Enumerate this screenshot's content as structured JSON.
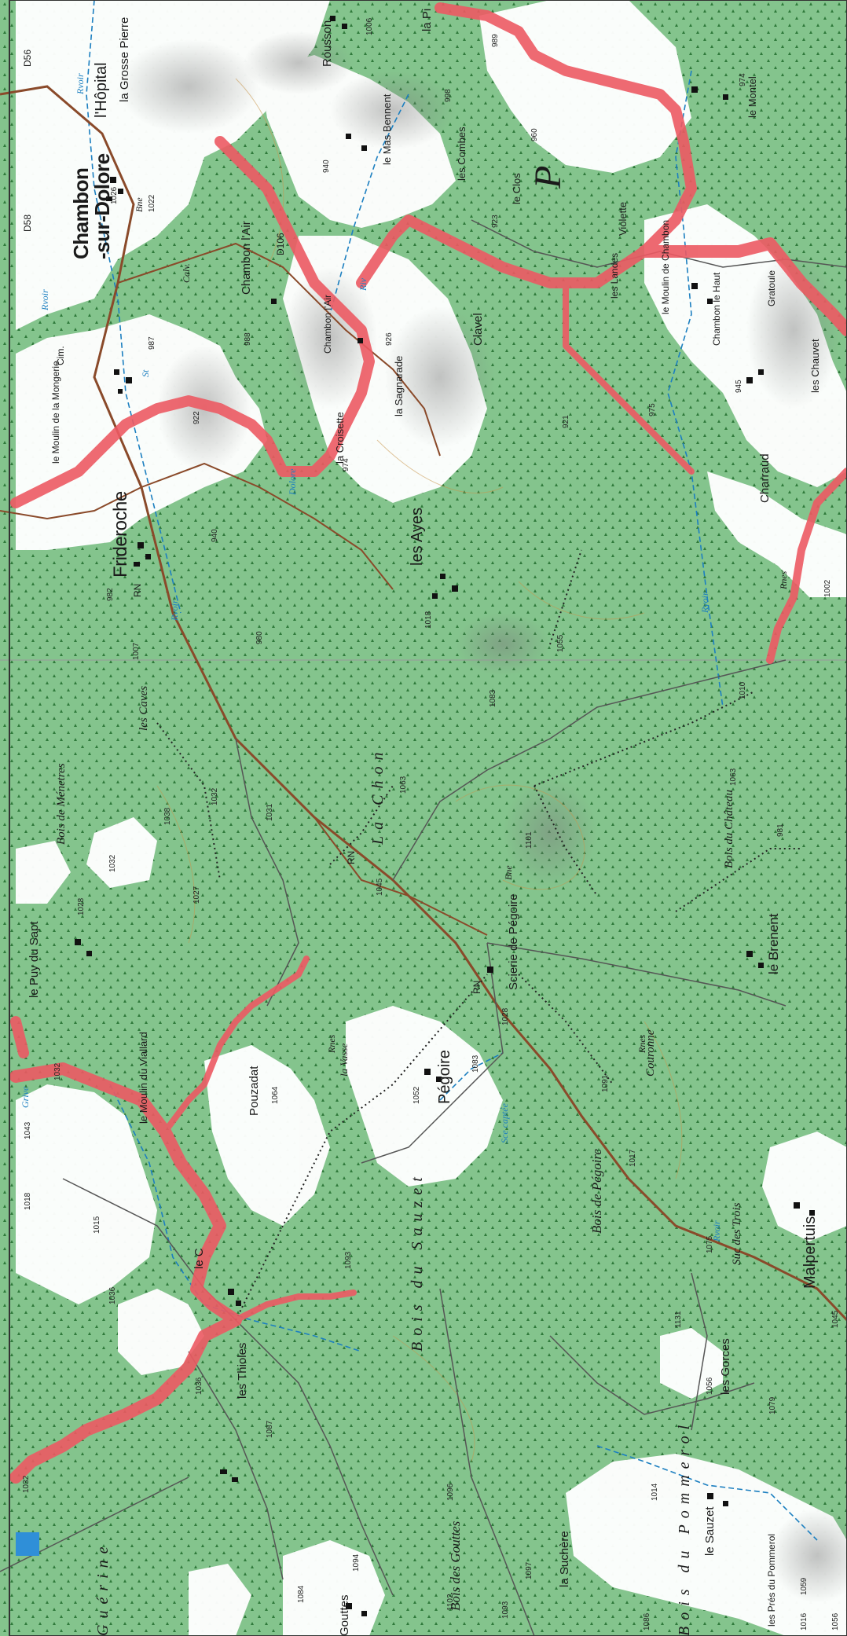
{
  "map": {
    "places": [
      {
        "id": "rousson",
        "label": "Rousson"
      },
      {
        "id": "la-pi",
        "label": "la Pi"
      },
      {
        "id": "hopital",
        "label": "l'Hôpital"
      },
      {
        "id": "grosse-pierre",
        "label": "la Grosse Pierre"
      },
      {
        "id": "chambon",
        "label": "Chambon"
      },
      {
        "id": "sur-dolore",
        "label": "-sur-Dolore"
      },
      {
        "id": "moulin-mongerie",
        "label": "le Moulin de la Mongerie"
      },
      {
        "id": "chambon-lair-1",
        "label": "Chambon l'Air"
      },
      {
        "id": "chambon-lair-2",
        "label": "Chambon l'Air"
      },
      {
        "id": "mas-bennent",
        "label": "le Mas Bennent"
      },
      {
        "id": "les-combes",
        "label": "les Combes"
      },
      {
        "id": "le-clos",
        "label": "le Clos"
      },
      {
        "id": "violette",
        "label": "Violette"
      },
      {
        "id": "le-montel",
        "label": "le Montel"
      },
      {
        "id": "la-croisette",
        "label": "la Croisette"
      },
      {
        "id": "la-sagnarade",
        "label": "la Sagnarade"
      },
      {
        "id": "clavel",
        "label": "Clavel"
      },
      {
        "id": "les-landes",
        "label": "les Landes"
      },
      {
        "id": "le-moulin-chambon",
        "label": "le Moulin de Chambon"
      },
      {
        "id": "chambon-le-haut",
        "label": "Chambon le Haut"
      },
      {
        "id": "gratoule",
        "label": "Gratoule"
      },
      {
        "id": "les-chauvet",
        "label": "les Chauvet"
      },
      {
        "id": "charraud",
        "label": "Charraud"
      },
      {
        "id": "frideroche",
        "label": "Frideroche"
      },
      {
        "id": "les-ayes",
        "label": "les Ayes"
      },
      {
        "id": "le-puy-du-sapt",
        "label": "le Puy du Sapt"
      },
      {
        "id": "moulin-viallard",
        "label": "le Moulin du Viallard"
      },
      {
        "id": "pouzadat",
        "label": "Pouzadat"
      },
      {
        "id": "la-vasse",
        "label": "la Vasse"
      },
      {
        "id": "pegoire",
        "label": "Pégoire"
      },
      {
        "id": "scierie-pegoire",
        "label": "Scierie de Pégoire"
      },
      {
        "id": "le-brenent",
        "label": "le Brenent"
      },
      {
        "id": "malpertuis",
        "label": "Malpertuis"
      },
      {
        "id": "les-thioles",
        "label": "les Thioles"
      },
      {
        "id": "la-suchere",
        "label": "la Suchère"
      },
      {
        "id": "le-sauzet",
        "label": "le Sauzet"
      },
      {
        "id": "les-gorces",
        "label": "les Gorces"
      },
      {
        "id": "les-pres-pommerol",
        "label": "les Prés du Pommerol"
      },
      {
        "id": "gouttes",
        "label": "Gouttes"
      },
      {
        "id": "le-c",
        "label": "le C"
      }
    ],
    "forests": [
      {
        "id": "bois-meneytes",
        "label": "Bois de Ménetres"
      },
      {
        "id": "les-caves",
        "label": "les Caves"
      },
      {
        "id": "la-chon",
        "label": "La Chon"
      },
      {
        "id": "bois-chateau",
        "label": "Bois du Château"
      },
      {
        "id": "bois-pegoire",
        "label": "Bois de Pégoire"
      },
      {
        "id": "couronne",
        "label": "Couronne"
      },
      {
        "id": "sur-des-trois",
        "label": "Suc des Trois"
      },
      {
        "id": "bois-gouttes",
        "label": "Bois des Gouttes"
      },
      {
        "id": "bois-sauzet",
        "label": "Bois du Sauzet"
      },
      {
        "id": "bois-pommerol",
        "label": "Bois du Pommerol"
      },
      {
        "id": "guerine",
        "label": "Guérine"
      }
    ],
    "water": [
      {
        "id": "rvoir-1",
        "label": "Rvoir"
      },
      {
        "id": "rvoir-2",
        "label": "Rvoir"
      },
      {
        "id": "rvoir-3",
        "label": "Rvoir"
      },
      {
        "id": "rvoir-4",
        "label": "Rvoir"
      },
      {
        "id": "rvoir-5",
        "label": "Rvoir"
      },
      {
        "id": "dolore",
        "label": "Dolore"
      },
      {
        "id": "sce-captee",
        "label": "Sce captée"
      },
      {
        "id": "riv",
        "label": "Riv"
      },
      {
        "id": "grive",
        "label": "Grive"
      }
    ],
    "roads": [
      {
        "id": "d58",
        "label": "D58"
      },
      {
        "id": "d106",
        "label": "D106"
      },
      {
        "id": "d56",
        "label": "D56"
      }
    ],
    "elevations": [
      {
        "id": "e1",
        "label": "1006"
      },
      {
        "id": "e2",
        "label": "989"
      },
      {
        "id": "e3",
        "label": "998"
      },
      {
        "id": "e4",
        "label": "960"
      },
      {
        "id": "e5",
        "label": "923"
      },
      {
        "id": "e6",
        "label": "974"
      },
      {
        "id": "e7",
        "label": "1026"
      },
      {
        "id": "e8",
        "label": "1022"
      },
      {
        "id": "e9",
        "label": "988"
      },
      {
        "id": "e10",
        "label": "987"
      },
      {
        "id": "e11",
        "label": "926"
      },
      {
        "id": "e12",
        "label": "922"
      },
      {
        "id": "e13",
        "label": "940"
      },
      {
        "id": "e14",
        "label": "921"
      },
      {
        "id": "e15",
        "label": "975"
      },
      {
        "id": "e16",
        "label": "945"
      },
      {
        "id": "e17",
        "label": "982"
      },
      {
        "id": "e18",
        "label": "940"
      },
      {
        "id": "e19",
        "label": "974"
      },
      {
        "id": "e20",
        "label": "1007"
      },
      {
        "id": "e21",
        "label": "980"
      },
      {
        "id": "e22",
        "label": "1018"
      },
      {
        "id": "e23",
        "label": "1055"
      },
      {
        "id": "e24",
        "label": "1083"
      },
      {
        "id": "e25",
        "label": "1010"
      },
      {
        "id": "e26",
        "label": "1032"
      },
      {
        "id": "e27",
        "label": "1038"
      },
      {
        "id": "e28",
        "label": "1031"
      },
      {
        "id": "e29",
        "label": "1032"
      },
      {
        "id": "e30",
        "label": "1027"
      },
      {
        "id": "e31",
        "label": "1045"
      },
      {
        "id": "e32",
        "label": "1063"
      },
      {
        "id": "e33",
        "label": "1028"
      },
      {
        "id": "e34",
        "label": "1101"
      },
      {
        "id": "e35",
        "label": "1063"
      },
      {
        "id": "e36",
        "label": "1028"
      },
      {
        "id": "e37",
        "label": "981"
      },
      {
        "id": "e38",
        "label": "1032"
      },
      {
        "id": "e39",
        "label": "1064"
      },
      {
        "id": "e40",
        "label": "1052"
      },
      {
        "id": "e41",
        "label": "1083"
      },
      {
        "id": "e42",
        "label": "1091"
      },
      {
        "id": "e43",
        "label": "1017"
      },
      {
        "id": "e44",
        "label": "1043"
      },
      {
        "id": "e45",
        "label": "1018"
      },
      {
        "id": "e46",
        "label": "1015"
      },
      {
        "id": "e47",
        "label": "1036"
      },
      {
        "id": "e48",
        "label": "1093"
      },
      {
        "id": "e49",
        "label": "1131"
      },
      {
        "id": "e50",
        "label": "1075"
      },
      {
        "id": "e51",
        "label": "1056"
      },
      {
        "id": "e52",
        "label": "1079"
      },
      {
        "id": "e53",
        "label": "1045"
      },
      {
        "id": "e54",
        "label": "1014"
      },
      {
        "id": "e55",
        "label": "1032"
      },
      {
        "id": "e56",
        "label": "1036"
      },
      {
        "id": "e57",
        "label": "1087"
      },
      {
        "id": "e58",
        "label": "1096"
      },
      {
        "id": "e59",
        "label": "1102"
      },
      {
        "id": "e60",
        "label": "1097"
      },
      {
        "id": "e61",
        "label": "1084"
      },
      {
        "id": "e62",
        "label": "1094"
      },
      {
        "id": "e63",
        "label": "1093"
      },
      {
        "id": "e64",
        "label": "1086"
      },
      {
        "id": "e65",
        "label": "1059"
      },
      {
        "id": "e66",
        "label": "1056"
      },
      {
        "id": "e67",
        "label": "1016"
      },
      {
        "id": "e68",
        "label": "1002"
      }
    ],
    "misc": [
      {
        "id": "cim",
        "label": "Cim."
      },
      {
        "id": "bne1",
        "label": "Bne"
      },
      {
        "id": "bne2",
        "label": "Bne"
      },
      {
        "id": "calv",
        "label": "Calv."
      },
      {
        "id": "rn1",
        "label": "RN"
      },
      {
        "id": "rn2",
        "label": "RN"
      },
      {
        "id": "rn3",
        "label": "RN"
      },
      {
        "id": "rnes1",
        "label": "Rnes"
      },
      {
        "id": "rnes2",
        "label": "Rnes"
      },
      {
        "id": "rnes3",
        "label": "Rnes"
      },
      {
        "id": "big-p",
        "label": "P"
      },
      {
        "id": "st",
        "label": "St"
      }
    ],
    "colors": {
      "forest": "#84c48d",
      "open": "#ffffff",
      "red": "#ec5a63",
      "road": "#8a4a2a",
      "water": "#1c7fc0"
    }
  }
}
